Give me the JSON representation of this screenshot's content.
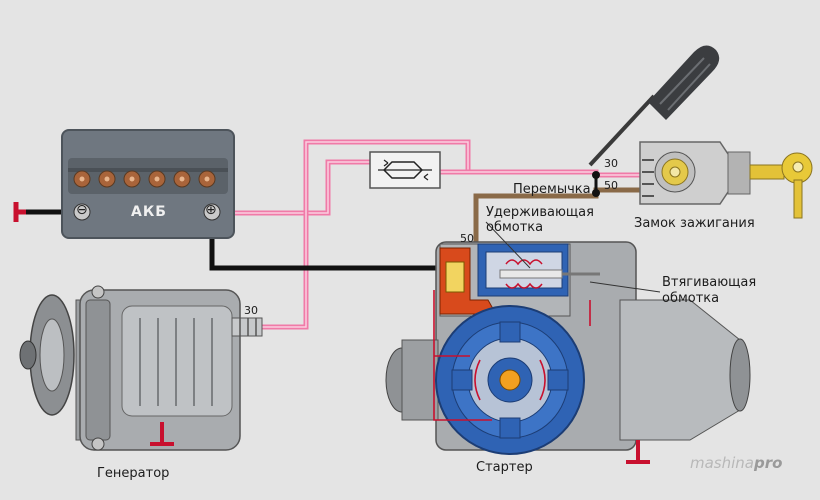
{
  "labels": {
    "battery": "АКБ",
    "generator": "Генератор",
    "starter": "Стартер",
    "ignition_lock": "Замок зажигания",
    "jumper": "Перемычка",
    "hold_winding_1": "Удерживающая",
    "hold_winding_2": "обмотка",
    "pull_winding_1": "Втягивающая",
    "pull_winding_2": "обмотка",
    "terminal_30_lock": "30",
    "terminal_50_lock": "50",
    "terminal_50_starter": "50",
    "terminal_30_generator": "30",
    "battery_minus": "⊖",
    "battery_plus": "⊕"
  },
  "watermark": {
    "part1": "mashina",
    "part2": "pro"
  },
  "colors": {
    "background": "#e4e4e4",
    "battery_body": "#6f7780",
    "pink_wire": "#f07aa8",
    "black_wire": "#111111",
    "brown_wire": "#8a6a48",
    "ground": "#c8102e",
    "starter_blue": "#2f63b4",
    "metal": "#a9acaf"
  }
}
